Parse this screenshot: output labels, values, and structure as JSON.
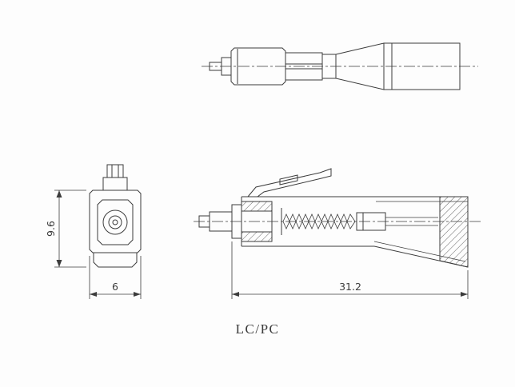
{
  "drawing": {
    "title": "LC/PC",
    "dimensions": {
      "height_mm": "9.6",
      "width_mm": "6",
      "length_mm": "31.2"
    },
    "colors": {
      "line": "#3c3c3c",
      "background": "#fdfdfd"
    }
  }
}
